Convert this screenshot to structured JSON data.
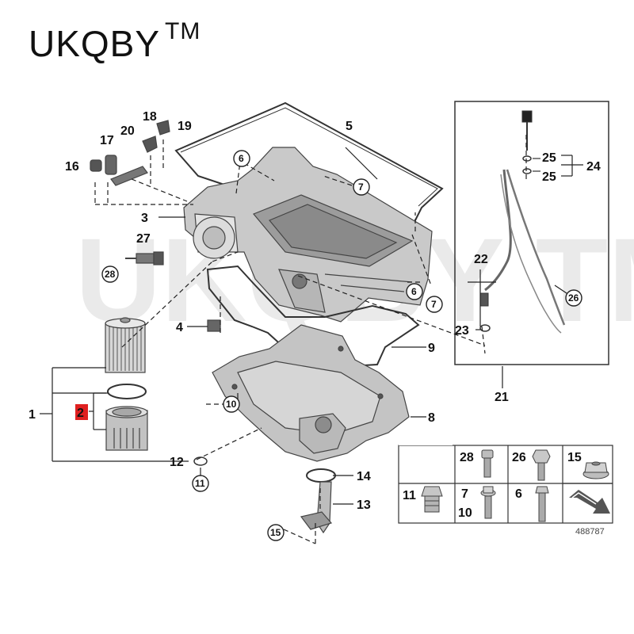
{
  "brand": {
    "name": "UKQBY",
    "tm": "TM"
  },
  "watermark": "UKQBY TM",
  "callouts": [
    "1",
    "2",
    "3",
    "4",
    "5",
    "6",
    "7",
    "8",
    "9",
    "10",
    "11",
    "12",
    "13",
    "14",
    "15",
    "16",
    "17",
    "18",
    "19",
    "20",
    "21",
    "22",
    "23",
    "24",
    "25",
    "26",
    "27",
    "28"
  ],
  "highlighted_callout": "2",
  "highlight_color": "#e02020",
  "legend": {
    "cells": [
      {
        "labels": [
          "28"
        ],
        "icon": "socket-bolt-icon"
      },
      {
        "labels": [
          "26"
        ],
        "icon": "hex-bolt-icon"
      },
      {
        "labels": [
          "15"
        ],
        "icon": "flange-nut-icon"
      },
      {
        "labels": [
          "11"
        ],
        "icon": "drain-plug-icon"
      },
      {
        "labels": [
          "7",
          "10"
        ],
        "icon": "flange-bolt-icon"
      },
      {
        "labels": [
          "6"
        ],
        "icon": "long-bolt-icon"
      },
      {
        "labels": [],
        "icon": "direction-arrow-icon"
      }
    ],
    "diagram_number": "488787"
  }
}
